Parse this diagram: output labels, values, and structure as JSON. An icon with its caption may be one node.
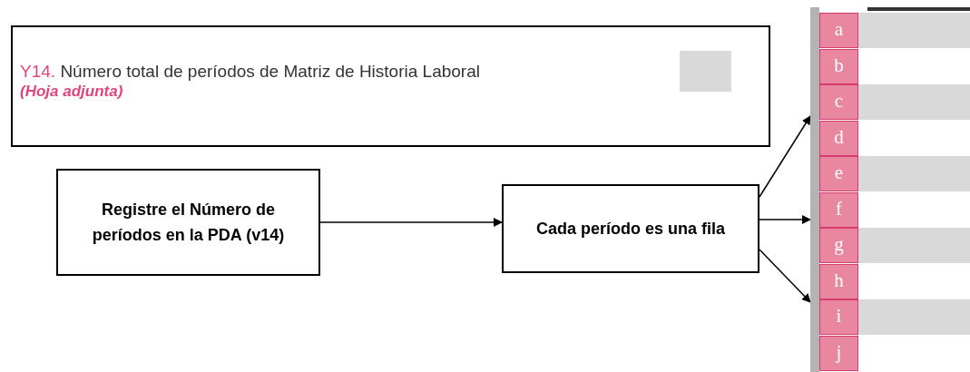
{
  "diagram": {
    "nodes": [
      {
        "text": [
          "Y14.",
          "Número total de períodos de Matriz de Historia Laboral",
          "(Hoja adjunta)"
        ]
      },
      {
        "text": [
          "Registre el Número de períodos en la PDA (v14)"
        ]
      },
      {
        "text": [
          "Cada período es una fila"
        ]
      },
      {
        "text": [],
        "shape": "box"
      }
    ],
    "edges": [
      {
        "from": 1,
        "to": 2,
        "arrow": "to"
      },
      {
        "from": 2,
        "to": 3,
        "arrow": "to"
      },
      {
        "from": 2,
        "to": 3,
        "arrow": "to"
      },
      {
        "from": 2,
        "to": 3,
        "arrow": "to"
      }
    ],
    "labels": [
      "a",
      "b",
      "c",
      "d",
      "e",
      "f",
      "g",
      "h",
      "i",
      "j"
    ]
  }
}
